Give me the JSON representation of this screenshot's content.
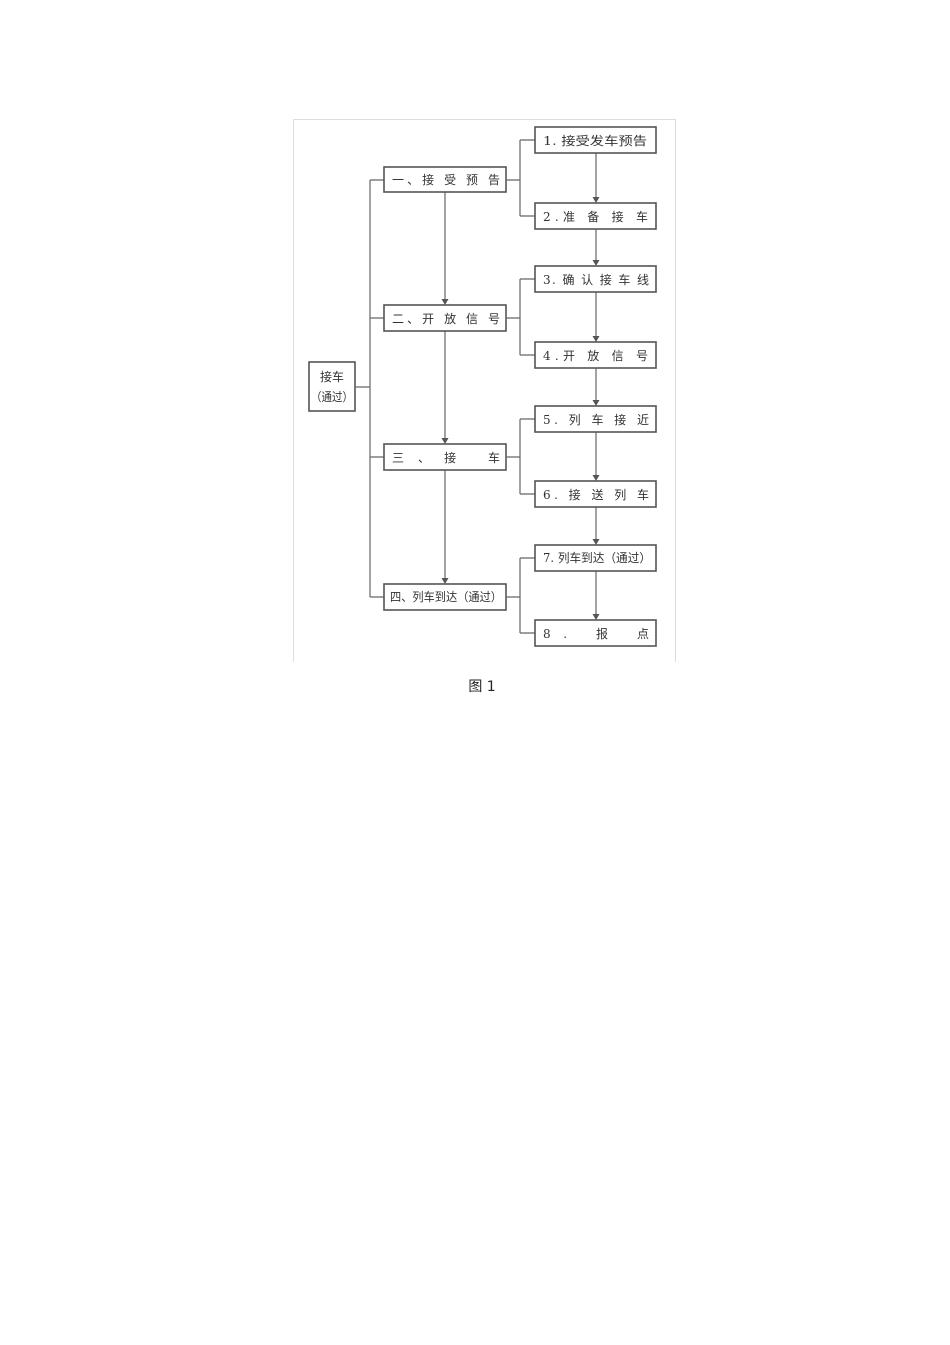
{
  "diagram": {
    "root": {
      "line1": "接车",
      "line2": "（通过）"
    },
    "stages": [
      {
        "label": "一、接 受 预 告"
      },
      {
        "label": "二、开 放 信 号"
      },
      {
        "label": "三、接 车"
      },
      {
        "label": "四、列车到达（通过）"
      }
    ],
    "steps": [
      {
        "label": "1. 接受发车预告"
      },
      {
        "label": "2.准 备 接 车"
      },
      {
        "label": "3. 确 认 接 车 线"
      },
      {
        "label": "4.开 放 信 号"
      },
      {
        "label": "5. 列 车 接 近"
      },
      {
        "label": "6. 接 送 列 车"
      },
      {
        "label": "7. 列车到达（通过）"
      },
      {
        "label": "8. 报 点"
      }
    ]
  },
  "caption": "图 1"
}
